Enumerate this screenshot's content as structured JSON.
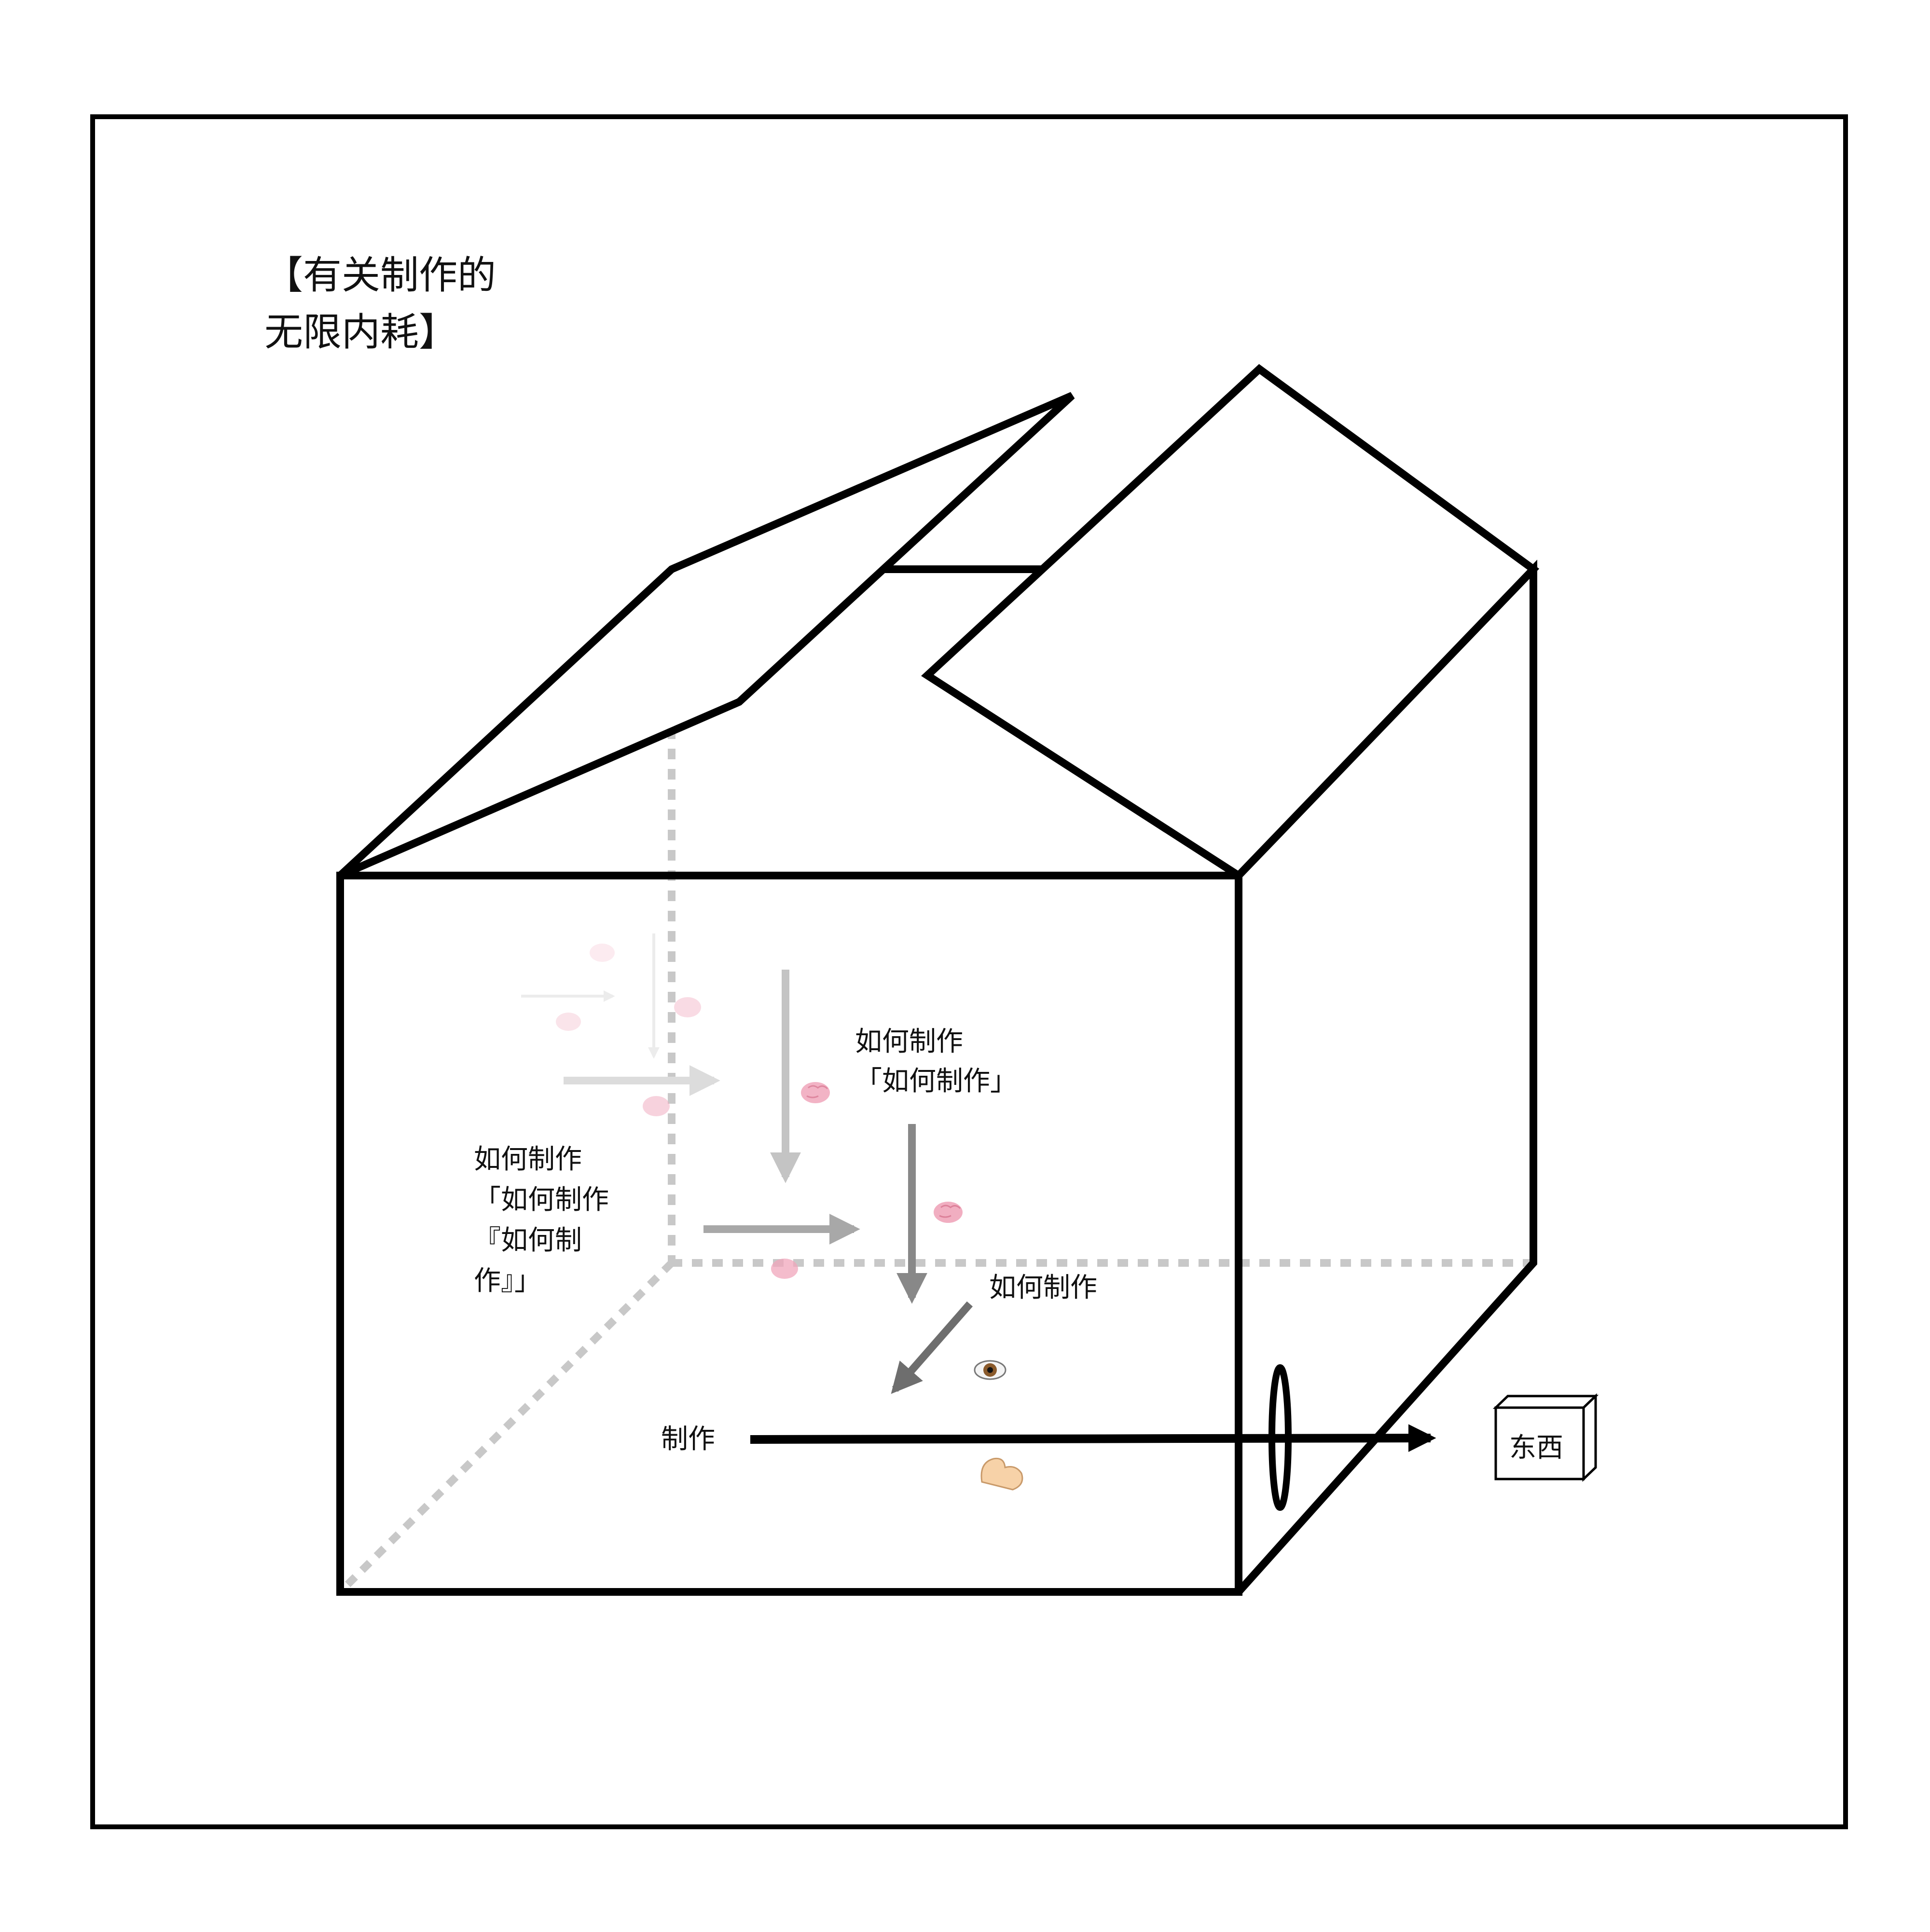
{
  "title": {
    "line1": "【有关制作的",
    "line2": "无限内耗】"
  },
  "labels": {
    "how_make_nested_1_line1": "如何制作",
    "how_make_nested_1_line2": "「如何制作」",
    "how_make_nested_2_line1": "如何制作",
    "how_make_nested_2_line2": "「如何制作",
    "how_make_nested_2_line3": "『如何制",
    "how_make_nested_2_line4": "作』」",
    "how_make_single": "如何制作",
    "make": "制作",
    "thing": "东西"
  },
  "icons": {
    "brain": "brain-icon",
    "eye": "eye-icon",
    "arm": "flexed-biceps-icon"
  },
  "colors": {
    "line": "#000000",
    "hidden_edge": "#c8c8c8",
    "arrow_lightest": "#ececec",
    "arrow_light": "#dcdcdc",
    "arrow_mid": "#c4c4c4",
    "arrow_dark": "#a8a8a8",
    "arrow_darker": "#888888",
    "arrow_darkest": "#6e6e6e",
    "brain": "#f0a6bb"
  }
}
